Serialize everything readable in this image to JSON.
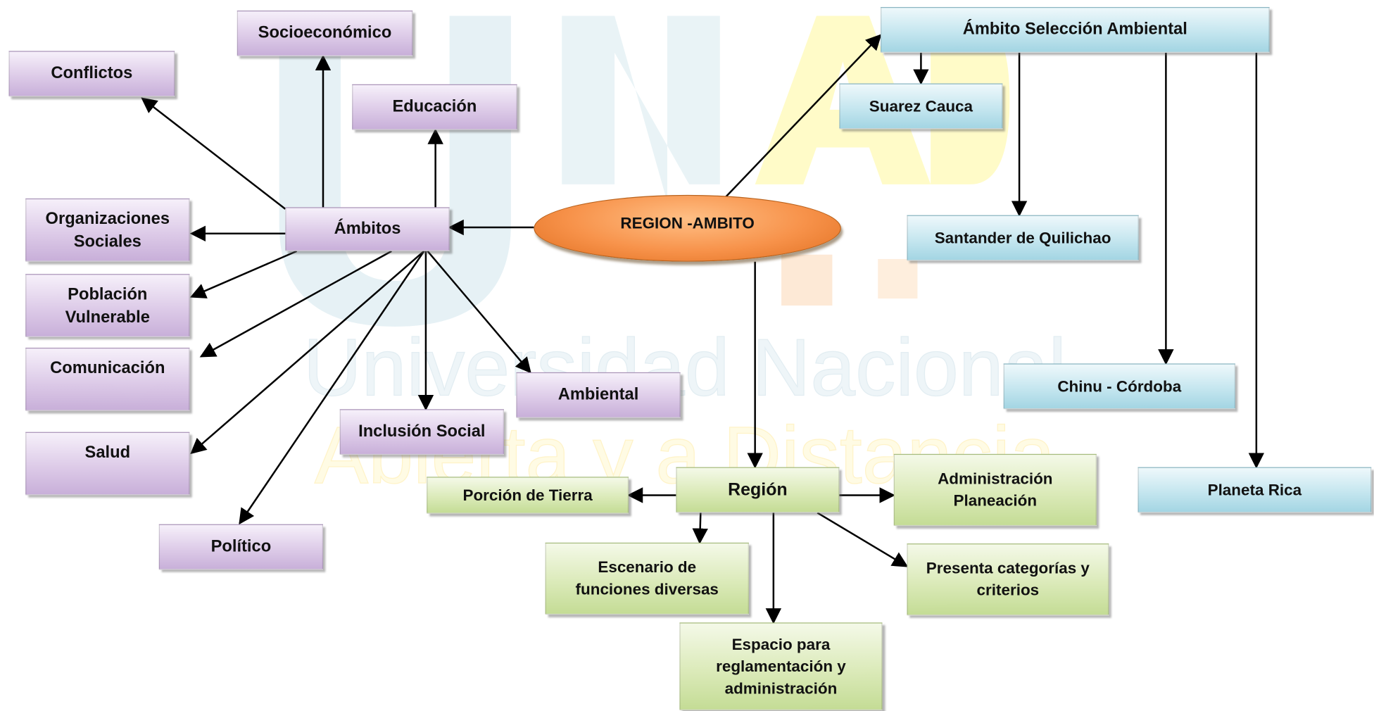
{
  "watermark": {
    "logo_text": "UNAD",
    "line1": "Universidad Nacional",
    "line2": "Abierta y a Distancia"
  },
  "center": {
    "label": "REGION -AMBITO"
  },
  "ambitos": {
    "label": "Ámbitos",
    "items": {
      "socioeconomico": "Socioeconómico",
      "conflictos": "Conflictos",
      "educacion": "Educación",
      "organizaciones": "Organizaciones Sociales",
      "poblacion": "Población Vulnerable",
      "comunicacion": "Comunicación",
      "salud": "Salud",
      "politico": "Político",
      "inclusion": "Inclusión Social",
      "ambiental": "Ambiental"
    }
  },
  "seleccion": {
    "label": "Ámbito Selección Ambiental",
    "items": {
      "suarez": "Suarez Cauca",
      "santander": "Santander de Quilichao",
      "chinu": "Chinu - Córdoba",
      "planeta": "Planeta Rica"
    }
  },
  "region": {
    "label": "Región",
    "items": {
      "porcion": "Porción de Tierra",
      "administracion": "Administración Planeación",
      "escenario": "Escenario de funciones diversas",
      "presenta": "Presenta categorías y criterios",
      "espacio": "Espacio para reglamentación y administración"
    }
  },
  "colors": {
    "ambitos_fill": "#d9c6e6",
    "seleccion_fill": "#bfe3ed",
    "region_fill": "#d6e8b3",
    "center_fill": "#f7924a",
    "watermark_blue": "#dfeef3",
    "watermark_yellow": "#fff8b0",
    "watermark_orange": "#fde7d3"
  }
}
